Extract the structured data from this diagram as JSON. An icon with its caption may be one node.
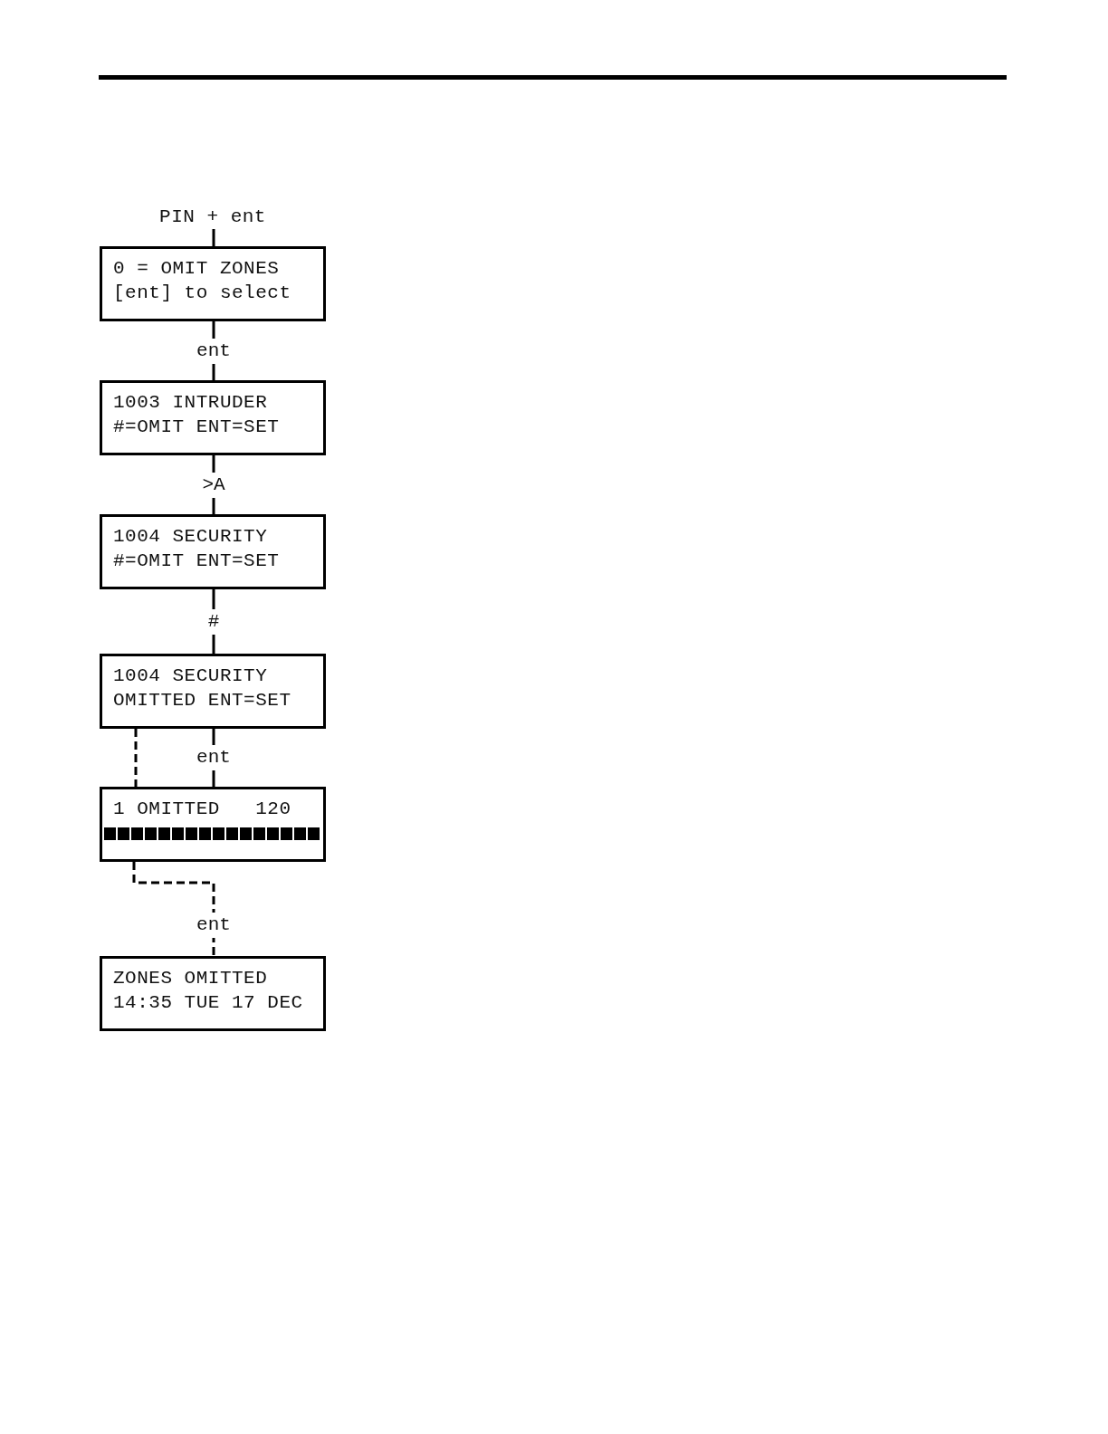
{
  "diagram": {
    "nodes": [
      {
        "text": [
          "PIN + ent"
        ]
      },
      {
        "text": [
          "0 = OMIT ZONES",
          "[ent] to select"
        ]
      },
      {
        "text": [
          "1003 INTRUDER",
          "#=OMIT ENT=SET"
        ]
      },
      {
        "text": [
          "1004 SECURITY",
          "#=OMIT ENT=SET"
        ]
      },
      {
        "text": [
          "1004 SECURITY",
          "OMITTED ENT=SET"
        ]
      },
      {
        "text": [
          "1 OMITTED   120"
        ]
      },
      {
        "text": [
          "ZONES OMITTED",
          "14:35 TUE 17 DEC"
        ]
      }
    ],
    "edges": [
      {
        "from": 0,
        "to": 1,
        "arrow": "none"
      },
      {
        "from": 1,
        "to": 2,
        "arrow": "none",
        "label": "ent"
      },
      {
        "from": 2,
        "to": 3,
        "arrow": "none",
        "label": ">A"
      },
      {
        "from": 3,
        "to": 4,
        "arrow": "none",
        "label": "#"
      },
      {
        "from": 4,
        "to": 5,
        "arrow": "none",
        "label": "ent"
      },
      {
        "from": 4,
        "to": 5,
        "arrow": "none",
        "style": "dashed"
      },
      {
        "from": 5,
        "to": 6,
        "arrow": "none",
        "label": "ent",
        "style": "dashed"
      }
    ]
  }
}
